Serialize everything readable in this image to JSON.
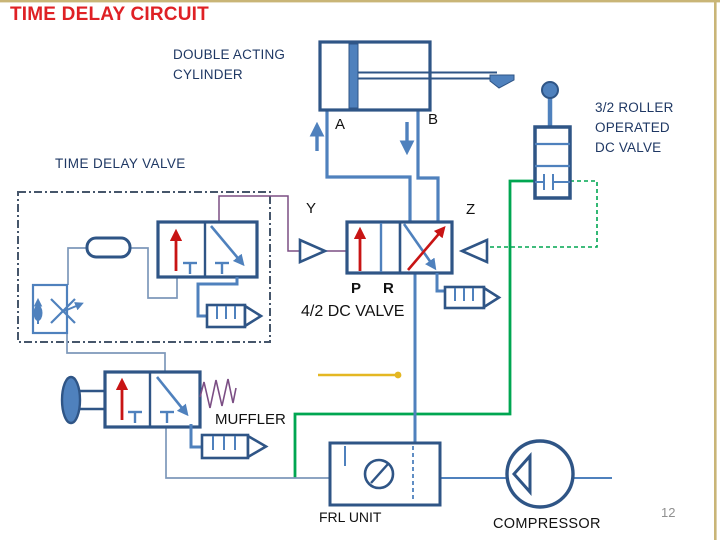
{
  "slide": {
    "title": "TIME DELAY CIRCUIT",
    "page_number": "12"
  },
  "labels": {
    "cylinder_line1": "DOUBLE ACTING",
    "cylinder_line2": "CYLINDER",
    "time_delay_valve": "TIME DELAY VALVE",
    "roller_valve_line1": "3/2 ROLLER",
    "roller_valve_line2": "OPERATED",
    "roller_valve_line3": "DC VALVE",
    "port_a": "A",
    "port_b": "B",
    "pilot_y": "Y",
    "pilot_z": "Z",
    "port_p": "P",
    "port_r": "R",
    "dc_valve": "4/2 DC VALVE",
    "muffler": "MUFFLER",
    "frl_unit": "FRL UNIT",
    "compressor": "COMPRESSOR"
  },
  "colors": {
    "title_red": "#DF2125",
    "label_navy": "#1F3864",
    "valve_navy": "#2F5586",
    "pipe_steel": "#4F81BD",
    "thin_line": "#7D98BA",
    "signal_green": "#00A651",
    "pilot_purple": "#7B4E84",
    "arrow_red": "#C81414",
    "highlight_yellow": "#E4B722",
    "border_tan": "#C9B577",
    "dash_slate": "#46566B",
    "page_gray": "#909090"
  }
}
